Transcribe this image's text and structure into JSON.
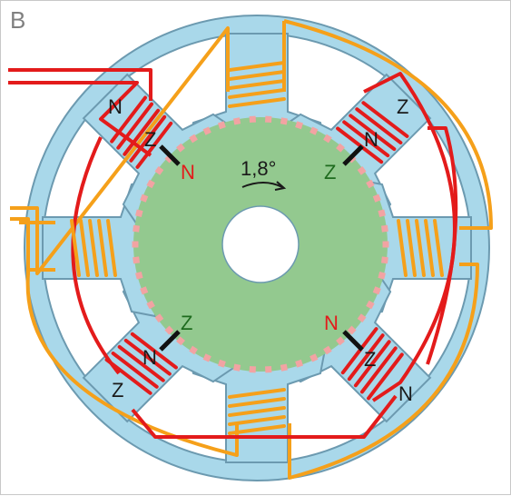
{
  "panel": {
    "letter": "B"
  },
  "rotor": {
    "step_angle_label": "1,8°"
  },
  "pole_labels": [
    {
      "pole": "top-left",
      "outer": "N",
      "inner": "Z",
      "rotor_side": "N"
    },
    {
      "pole": "top-right",
      "outer": "Z",
      "inner": "N",
      "rotor_side": "Z"
    },
    {
      "pole": "bottom-left",
      "outer": "Z",
      "inner": "N",
      "rotor_side": "Z"
    },
    {
      "pole": "bottom-right",
      "outer": "N",
      "inner": "Z",
      "rotor_side": "N"
    }
  ],
  "colors": {
    "stator": "#a9d8ea",
    "stator_stroke": "#6c9ab0",
    "rotor": "#93c98f",
    "rotor_teeth": "#f2a3a3",
    "coil_phase_a": "#e31b1b",
    "coil_phase_b": "#f5a01a",
    "text_dark": "#1a1a1a",
    "text_red": "#e31b1b",
    "text_green": "#1e6b1e"
  }
}
